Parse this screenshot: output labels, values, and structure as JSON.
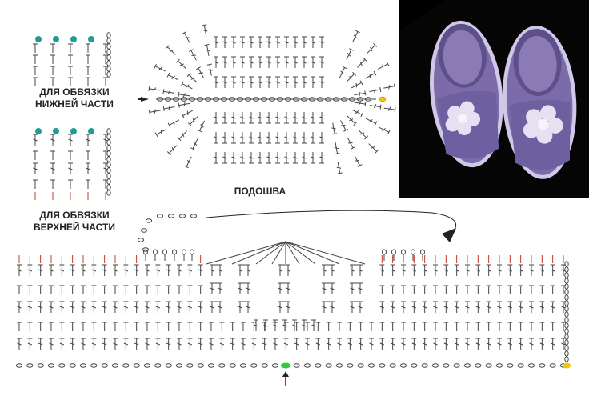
{
  "labels": {
    "lower_edging": [
      "ДЛЯ ОБВЯЗКИ",
      "НИЖНЕЙ ЧАСТИ"
    ],
    "upper_edging": [
      "ДЛЯ ОБВЯЗКИ",
      "ВЕРХНЕЙ ЧАСТИ"
    ],
    "sole": "ПОДОШВА"
  },
  "colors": {
    "stitch": "#444444",
    "chain_accent": "#c0392b",
    "bead": "#1f9e8f",
    "start_marker_main": "#2ecc40",
    "start_marker_sole": "#f1c40f",
    "photo_background": "#000000",
    "slipper": "#7b6ba8",
    "slipper_sole": "#cfc8e6",
    "flower": "#e6e1f2"
  },
  "icons": {
    "start_arrow": "arrow-right-icon",
    "direction_arrow": "arrow-up-icon",
    "join_arrow": "curved-arrow-icon"
  }
}
